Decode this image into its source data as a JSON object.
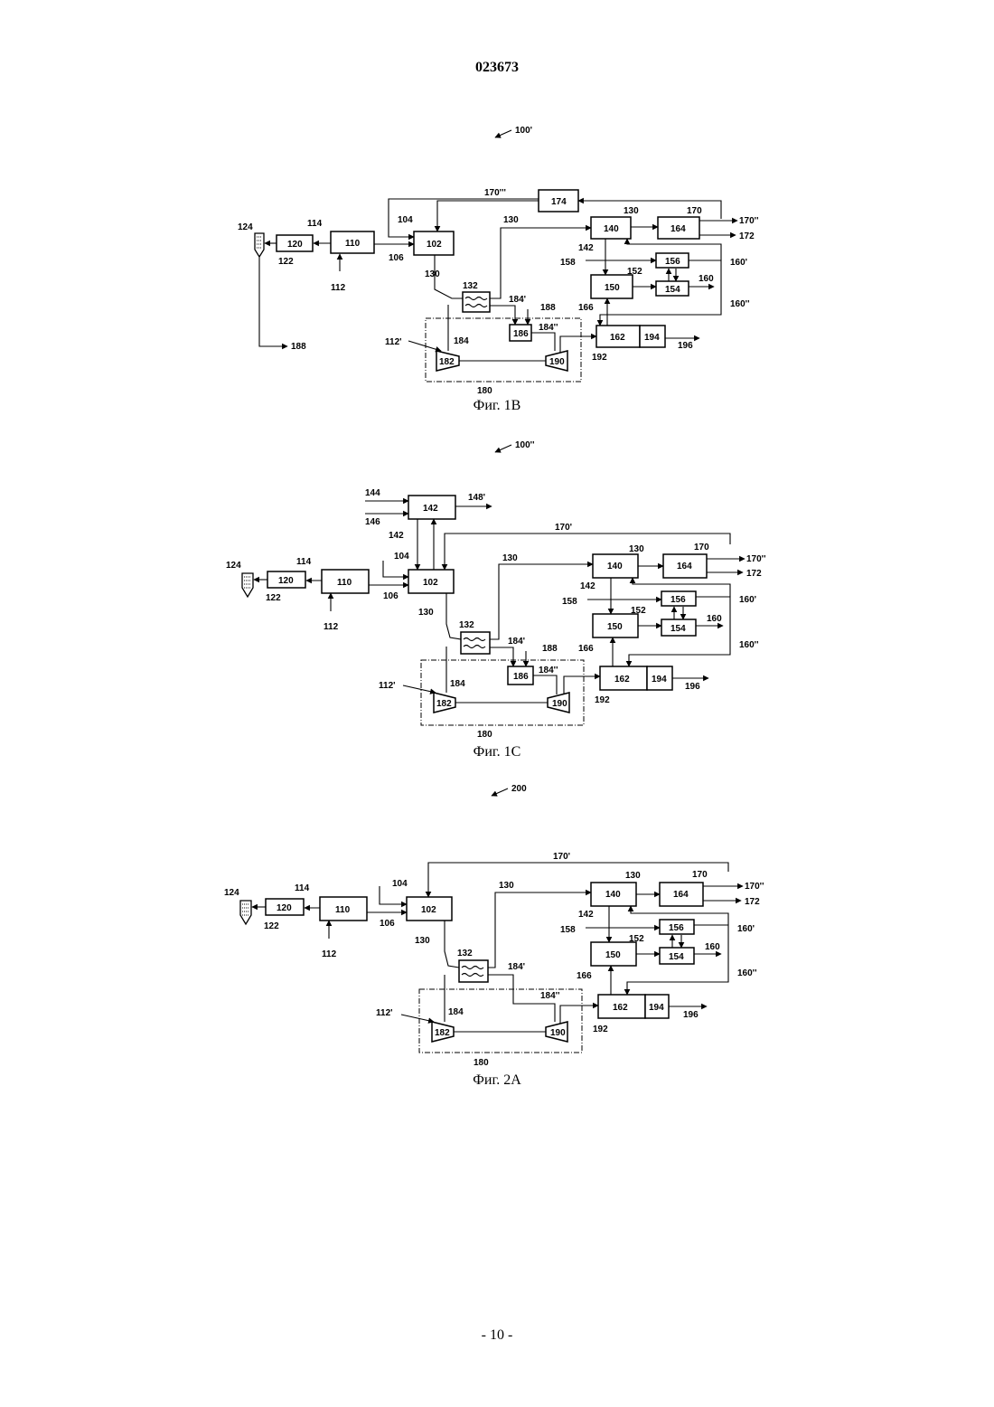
{
  "header": {
    "doc_number": "023673"
  },
  "footer": {
    "page_number": "- 10 -"
  },
  "figures": [
    {
      "ref": "100'",
      "caption": "Фиг. 1B",
      "labels": {
        "b174": "174",
        "b170ppp": "170'''",
        "b104": "104"
      }
    },
    {
      "ref": "100''",
      "caption": "Фиг. 1C",
      "labels": {
        "b142": "142",
        "l144": "144",
        "l146": "146",
        "l148p": "148'",
        "l142": "142",
        "l170p": "170'",
        "b104": "104"
      }
    },
    {
      "ref": "200",
      "caption": "Фиг. 2A",
      "labels": {
        "l170p": "170'",
        "b104": "104"
      }
    }
  ],
  "common_labels": {
    "b102": "102",
    "b110": "110",
    "b120": "120",
    "b124": "124",
    "l106": "106",
    "l112": "112",
    "l114": "114",
    "l122": "122",
    "l130": "130",
    "l130b": "130",
    "l130c": "130",
    "b132": "132",
    "b140": "140",
    "l142": "142",
    "b150": "150",
    "l152": "152",
    "b154": "154",
    "b156": "156",
    "l158": "158",
    "l160": "160",
    "l160p": "160'",
    "l160pp": "160''",
    "b162": "162",
    "b164": "164",
    "l166": "166",
    "l170": "170",
    "l170pp": "170''",
    "l172": "172",
    "l180": "180",
    "b182": "182",
    "l184": "184",
    "l184p": "184'",
    "l184pp": "184''",
    "b186": "186",
    "l188": "188",
    "b190": "190",
    "l192": "192",
    "b194": "194",
    "l196": "196",
    "l112p": "112'"
  }
}
